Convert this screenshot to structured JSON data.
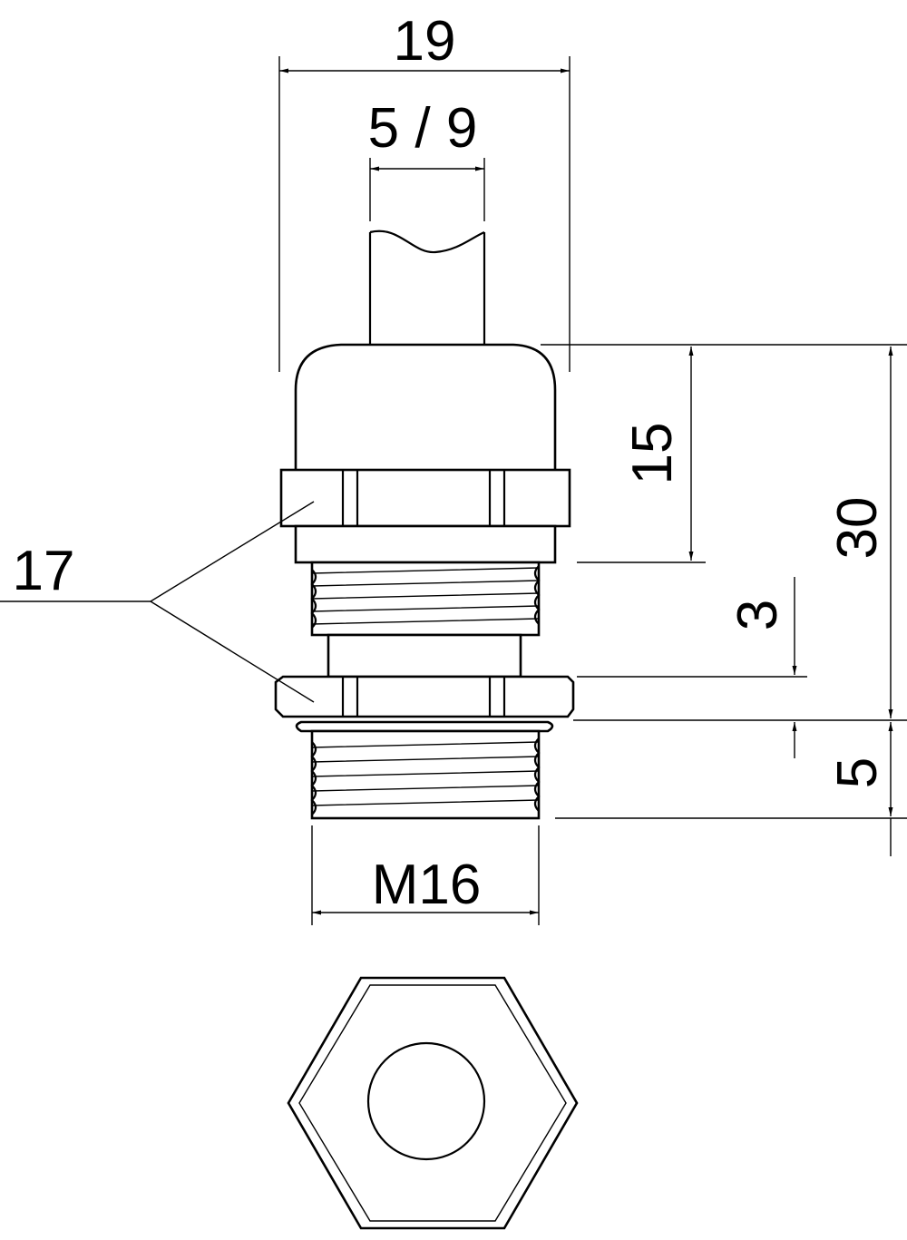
{
  "dimensions": {
    "overall_width": "19",
    "cable_range": "5 / 9",
    "cap_height": "15",
    "total_height": "30",
    "nut_thickness": "3",
    "thread_length": "5",
    "thread_size": "M16",
    "wrench_size": "17"
  }
}
